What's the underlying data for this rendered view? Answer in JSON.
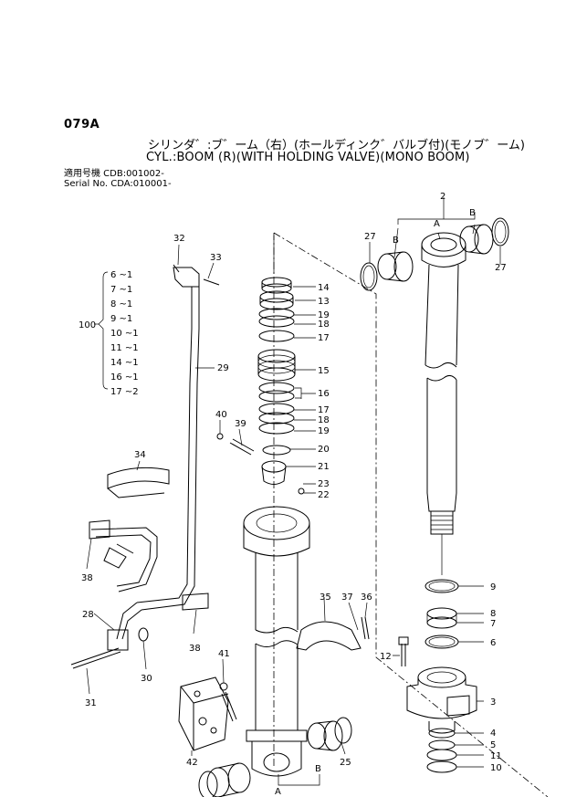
{
  "header": {
    "code": "079A",
    "title_jp": "シリンダ゛:ブ゛ーム（右）(ホールディンク゛バルブ付)(モノブ゛ーム)",
    "title_en": "CYL.:BOOM (R)(WITH HOLDING VALVE)(MONO BOOM)",
    "serial_jp": "適用号機 CDB:001002-",
    "serial_en": "Serial No. CDA:010001-"
  },
  "kit": {
    "number": "100",
    "items": [
      "6 ~1",
      "7 ~1",
      "8 ~1",
      "9 ~1",
      "10 ~1",
      "11 ~1",
      "14 ~1",
      "16 ~1",
      "17 ~2"
    ]
  },
  "callouts": {
    "c2": "2",
    "cA1": "A",
    "cB1": "B",
    "cB2": "B",
    "c27a": "27",
    "c27b": "27",
    "c32": "32",
    "c33": "33",
    "c29": "29",
    "c14": "14",
    "c13": "13",
    "c19a": "19",
    "c18a": "18",
    "c17a": "17",
    "c15": "15",
    "c16": "16",
    "c17b": "17",
    "c18b": "18",
    "c19b": "19",
    "c20": "20",
    "c21": "21",
    "c23": "23",
    "c22": "22",
    "c40": "40",
    "c39": "39",
    "c34": "34",
    "c38a": "38",
    "c38b": "38",
    "c28": "28",
    "c30": "30",
    "c31": "31",
    "c35": "35",
    "c37": "37",
    "c36": "36",
    "c41": "41",
    "c42": "42",
    "c25": "25",
    "cA2": "A",
    "cB3": "B",
    "c9": "9",
    "c8": "8",
    "c7": "7",
    "c6": "6",
    "c12": "12",
    "c3": "3",
    "c4": "4",
    "c5": "5",
    "c11": "11",
    "c10": "10"
  }
}
